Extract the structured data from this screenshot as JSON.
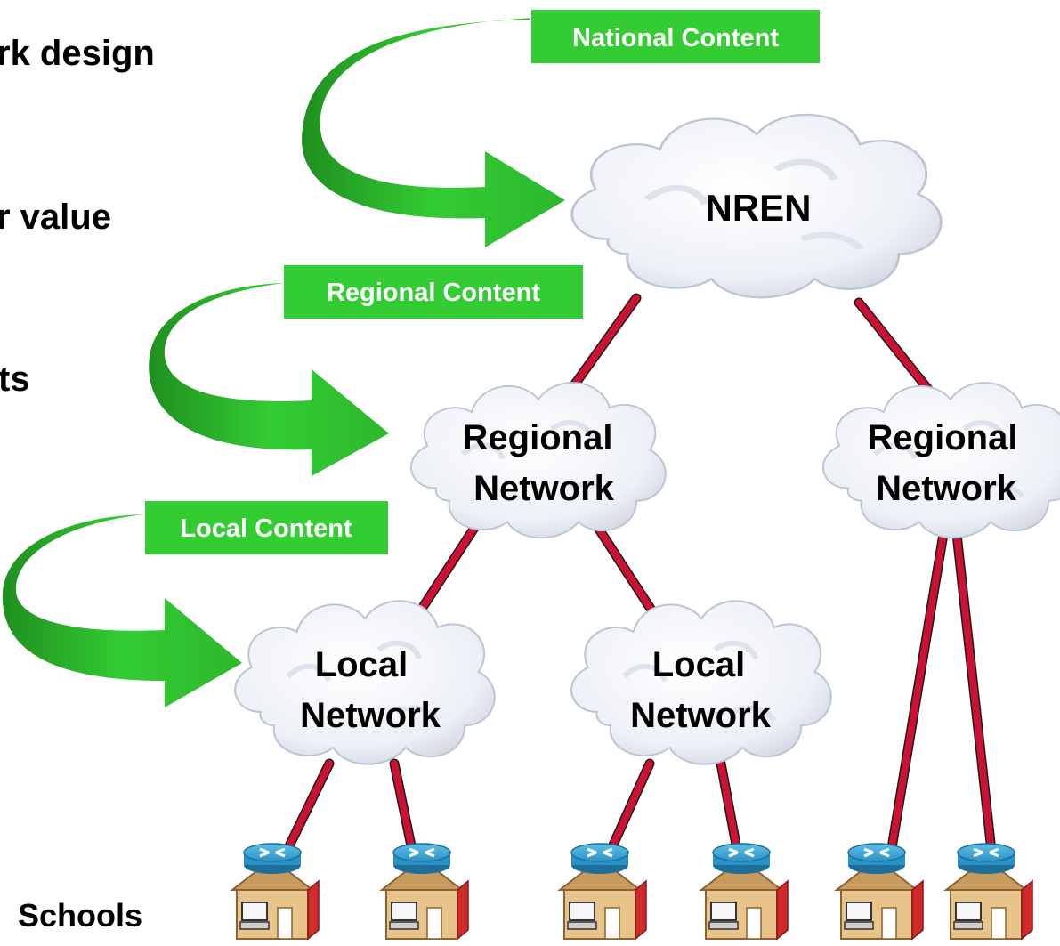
{
  "side_text": {
    "line1": "rk design",
    "line2": "r value",
    "line3": "ts",
    "schools": "Schools"
  },
  "content_labels": {
    "national": "National Content",
    "regional": "Regional Content",
    "local": "Local Content"
  },
  "clouds": {
    "nren": "NREN",
    "regional_left": [
      "Regional",
      "Network"
    ],
    "regional_right": [
      "Regional",
      "Network"
    ],
    "local_left": [
      "Local",
      "Network"
    ],
    "local_right": [
      "Local",
      "Network"
    ]
  },
  "colors": {
    "content_arrow": "#33cc33",
    "content_arrow_dark": "#1f8f1f",
    "content_label_bg": "#33cc33",
    "link": "#cc1133",
    "cloud_fill": "#e9eef6",
    "router": "#2a93c6",
    "house": "#e9c48a",
    "house_door": "#d02b2b"
  },
  "icons": [
    "cloud-icon",
    "router-icon",
    "school-house-icon",
    "curved-arrow-icon"
  ]
}
